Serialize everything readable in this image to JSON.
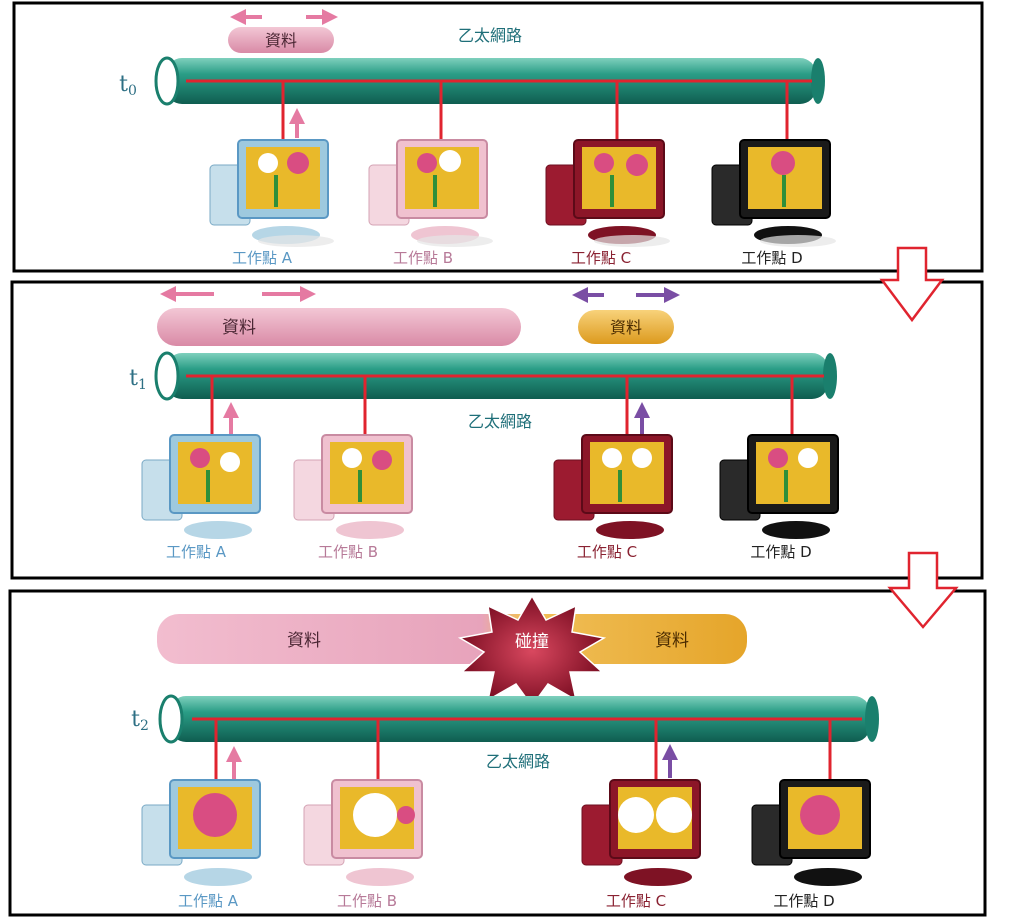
{
  "panels": [
    {
      "time_label": "t",
      "time_sub": "0",
      "network_label": "乙太網路",
      "packets": [
        {
          "label": "資料",
          "color": "pink"
        }
      ],
      "stations": [
        {
          "label": "工作點 A",
          "color": "#5a98c4",
          "monitor": "#9ec9de"
        },
        {
          "label": "工作點 B",
          "color": "#b77a98",
          "monitor": "#e6aebe"
        },
        {
          "label": "工作點 C",
          "color": "#8a2232",
          "monitor": "#8c1628"
        },
        {
          "label": "工作點 D",
          "color": "#222222",
          "monitor": "#1a1a1a"
        }
      ]
    },
    {
      "time_label": "t",
      "time_sub": "1",
      "network_label": "乙太網路",
      "packets": [
        {
          "label": "資料",
          "color": "pink"
        },
        {
          "label": "資料",
          "color": "orange"
        }
      ],
      "stations": [
        {
          "label": "工作點 A",
          "color": "#5a98c4",
          "monitor": "#9ec9de"
        },
        {
          "label": "工作點 B",
          "color": "#b77a98",
          "monitor": "#e6aebe"
        },
        {
          "label": "工作點 C",
          "color": "#8a2232",
          "monitor": "#8c1628"
        },
        {
          "label": "工作點 D",
          "color": "#222222",
          "monitor": "#1a1a1a"
        }
      ]
    },
    {
      "time_label": "t",
      "time_sub": "2",
      "network_label": "乙太網路",
      "packets": [
        {
          "label": "資料",
          "color": "pink"
        },
        {
          "label": "碰撞",
          "color": "burst"
        },
        {
          "label": "資料",
          "color": "orange"
        }
      ],
      "stations": [
        {
          "label": "工作點 A",
          "color": "#5a98c4",
          "monitor": "#9ec9de"
        },
        {
          "label": "工作點 B",
          "color": "#b77a98",
          "monitor": "#e6aebe"
        },
        {
          "label": "工作點 C",
          "color": "#8a2232",
          "monitor": "#8c1628"
        },
        {
          "label": "工作點 D",
          "color": "#222222",
          "monitor": "#1a1a1a"
        }
      ]
    }
  ],
  "colors": {
    "cable": "#2a9d86",
    "cable_dark": "#156e5f",
    "line": "#e0242f",
    "pink_arrow": "#e57aa2",
    "purple_arrow": "#7a4ea4",
    "pink_packet": "#e7a3bb",
    "orange_packet": "#eab03a",
    "burst": "#a31a35",
    "down_arrow": "#e0242f"
  }
}
